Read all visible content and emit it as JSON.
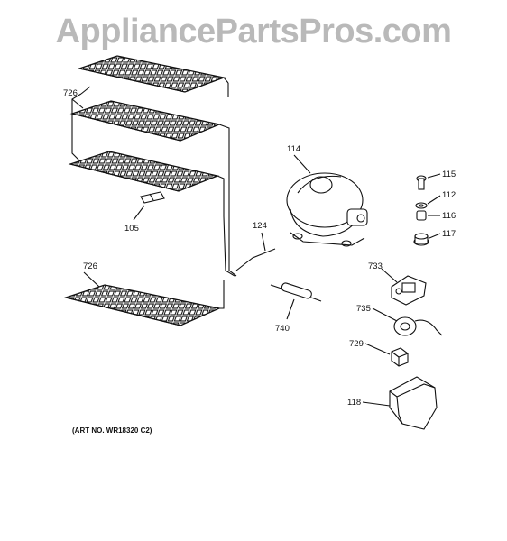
{
  "watermark": "AppliancePartsPros.com",
  "art_number": "(ART NO. WR18320 C2)",
  "callouts": {
    "shelf_top": "726",
    "shelf_bottom": "726",
    "clip": "105",
    "heater": "124",
    "compressor": "114",
    "bolt": "115",
    "washer": "112",
    "sleeve": "116",
    "grommet": "117",
    "relay": "733",
    "overload": "735",
    "terminal_cap": "729",
    "cover": "118",
    "drier": "740"
  }
}
